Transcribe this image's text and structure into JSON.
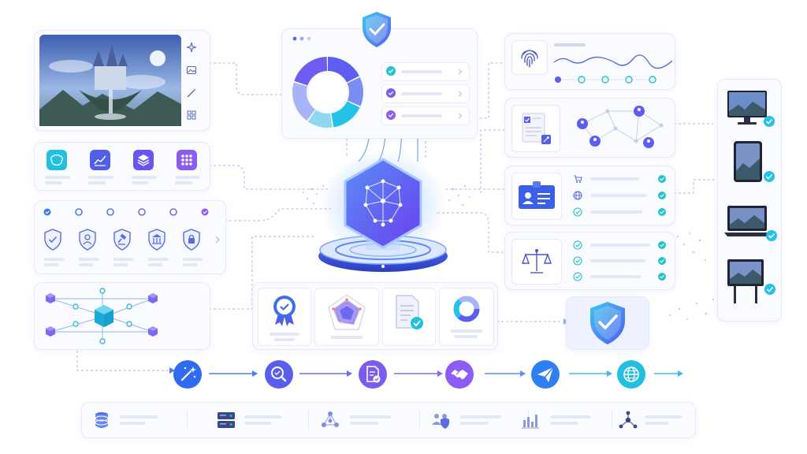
{
  "colors": {
    "primary": "#5b5ef0",
    "purple": "#8b5cf6",
    "cyan": "#22c3e6",
    "blue": "#2f6bf0",
    "line": "#9fb0e8",
    "card": "#fafbff"
  },
  "left_panels": {
    "image_card": {
      "image": "fantasy-castle-island-image",
      "tools": [
        "sparkle-icon",
        "image-icon",
        "magic-wand-icon",
        "grid-icon"
      ]
    },
    "feature_icons": [
      "brain-icon",
      "chart-icon",
      "layers-icon",
      "apps-grid-icon"
    ],
    "timeline_steps": 6,
    "shields": [
      "shield-check-icon",
      "shield-user-icon",
      "shield-gavel-icon",
      "shield-bank-icon",
      "shield-lock-icon"
    ],
    "network": "cube-network-diagram"
  },
  "center": {
    "top_shield": "shield-check-icon",
    "donut_segments": [
      18,
      14,
      16,
      12,
      20,
      20
    ],
    "checklist_items": 3,
    "core": "neural-hexagon-core",
    "bottom_cards": [
      "award-badge-icon",
      "radar-chart-icon",
      "document-check-icon",
      "donut-chart-icon"
    ]
  },
  "right_panels": {
    "cards": [
      "fingerprint-icon",
      "document-scan-icon",
      "id-card-icon",
      "scales-icon"
    ],
    "devices": [
      "monitor-icon",
      "tablet-icon",
      "laptop-icon",
      "kiosk-icon"
    ],
    "shield": "shield-check-icon"
  },
  "flow_steps": [
    "magic-wand-icon",
    "search-icon",
    "document-check-icon",
    "handshake-icon",
    "send-icon",
    "globe-icon"
  ],
  "bottom_row": [
    "database-icon",
    "server-icon",
    "network-icon",
    "users-shield-icon",
    "bar-chart-icon",
    "share-icon"
  ]
}
